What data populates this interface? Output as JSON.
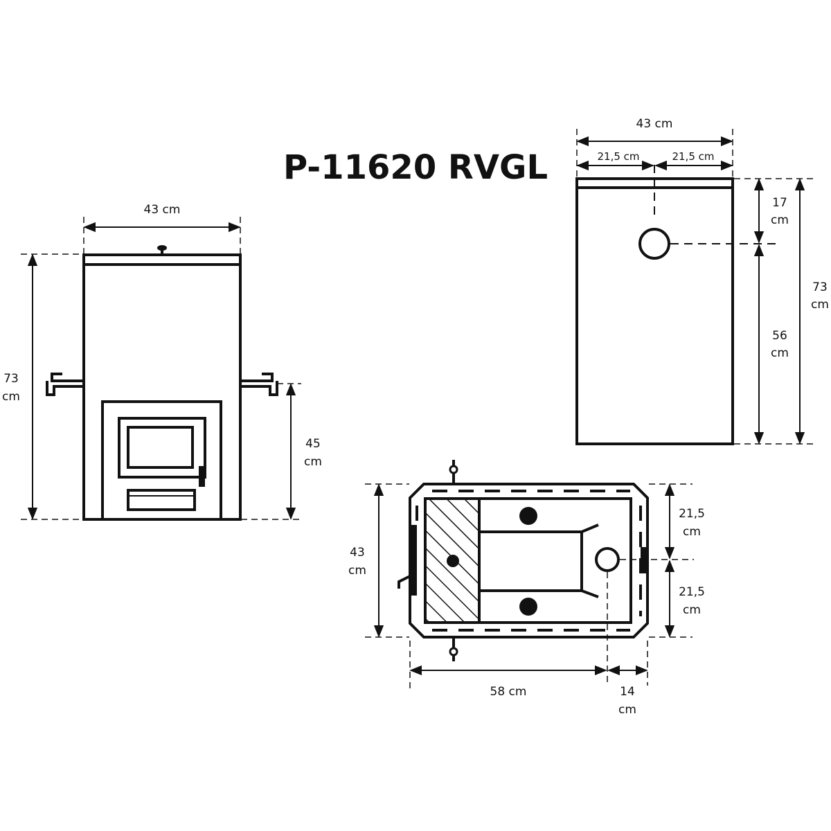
{
  "title": "P-11620 RVGL",
  "colors": {
    "stroke": "#111111",
    "background": "#ffffff"
  },
  "front_view": {
    "width_label": "43 cm",
    "height_label_value": "73",
    "height_label_unit": "cm",
    "connection_height_value": "45",
    "connection_height_unit": "cm"
  },
  "side_view": {
    "width_label": "43 cm",
    "half_left_label": "21,5 cm",
    "half_right_label": "21,5 cm",
    "top_offset_value": "17",
    "top_offset_unit": "cm",
    "lower_height_value": "56",
    "lower_height_unit": "cm",
    "total_height_value": "73",
    "total_height_unit": "cm"
  },
  "top_view": {
    "depth_value": "43",
    "depth_unit": "cm",
    "half_top_value": "21,5",
    "half_top_unit": "cm",
    "half_bottom_value": "21,5",
    "half_bottom_unit": "cm",
    "length_label": "58 cm",
    "offset_value": "14",
    "offset_unit": "cm"
  }
}
